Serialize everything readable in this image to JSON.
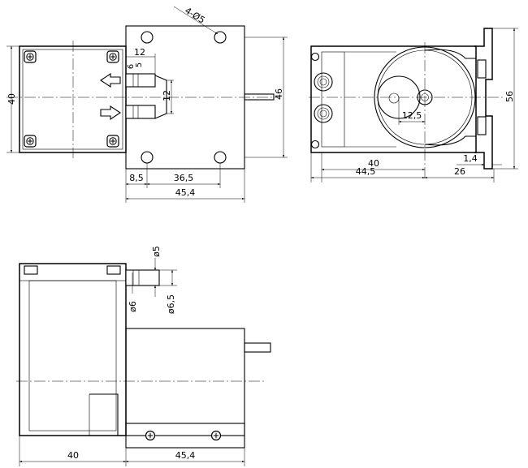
{
  "views": {
    "front": {
      "dims": {
        "hole_spec": "4-Ø5",
        "height": "40",
        "outlet_spacing": "12",
        "outlet_gap": "6",
        "outlet_offset": "5",
        "port_pitch": "12",
        "overall_height": "46",
        "edge_offset": "8,5",
        "hole_pitch": "36,5",
        "head_width": "45,4"
      }
    },
    "side": {
      "dims": {
        "motor_length": "40",
        "length": "44,5",
        "roller_offset": "12,5",
        "bracket_thickness": "1,4",
        "bracket_length": "26",
        "bracket_height": "56"
      }
    },
    "top": {
      "dims": {
        "tube_id": "ø5",
        "tube_od": "ø6,5",
        "barb_dia": "ø6",
        "motor_length": "40",
        "head_width": "45,4"
      }
    }
  },
  "icons": [
    "arrow-left-icon",
    "arrow-right-icon",
    "screw-icon"
  ]
}
